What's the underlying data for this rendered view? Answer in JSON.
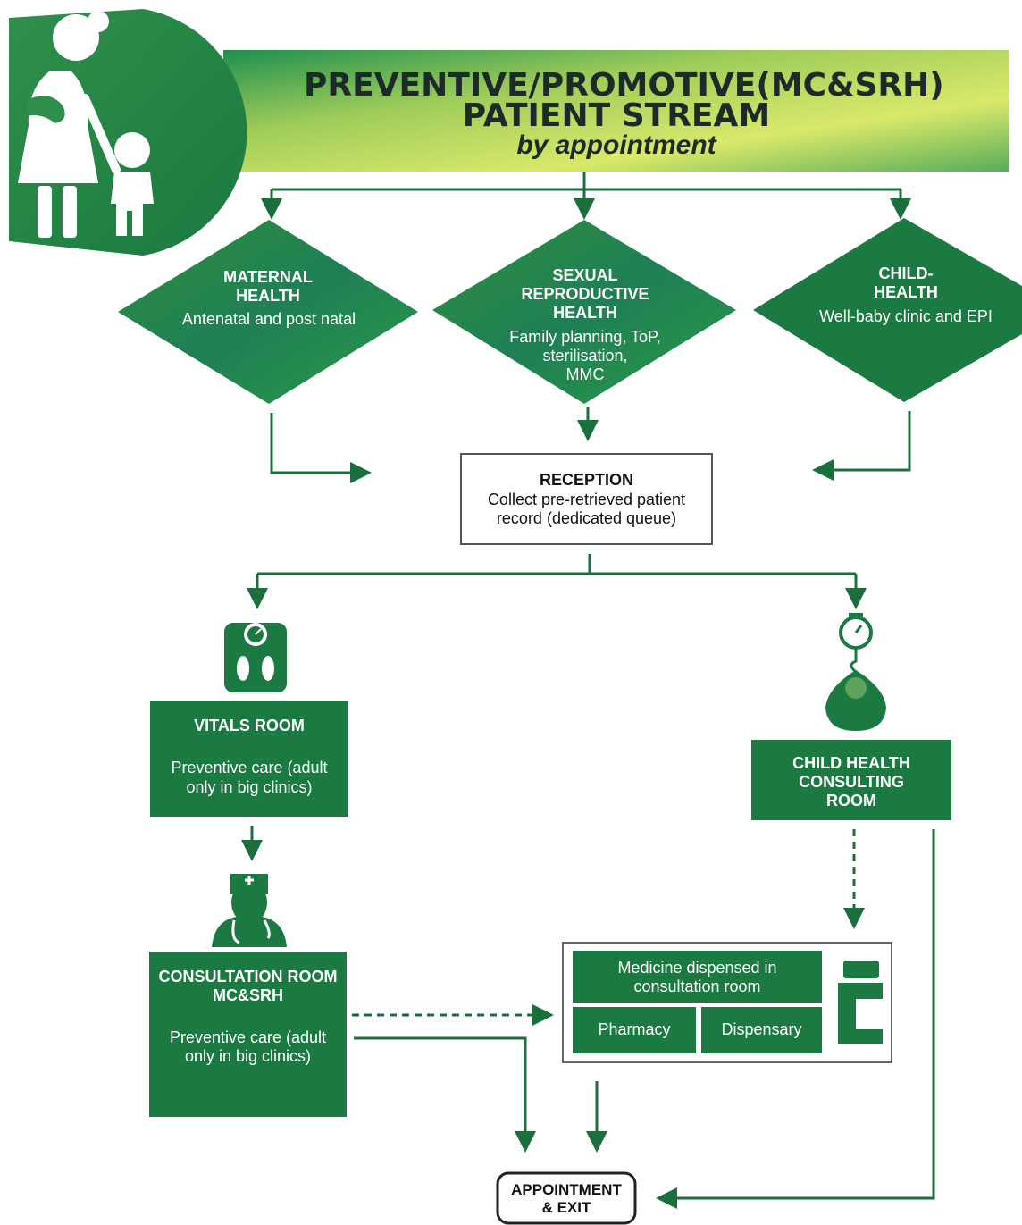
{
  "header": {
    "title_line1": "PREVENTIVE/PROMOTIVE(MC&SRH)",
    "title_line2": "PATIENT STREAM",
    "subtitle": "by appointment",
    "icon": "mother-child-icon"
  },
  "streams": [
    {
      "title": "MATERNAL\nHEALTH",
      "desc": "Antenatal and post natal"
    },
    {
      "title": "SEXUAL\nREPRODUCTIVE\nHEALTH",
      "desc": "Family planning, ToP,\nsterilisation,\nMMC"
    },
    {
      "title": "CHILD-\nHEALTH",
      "desc": "Well-baby clinic and EPI"
    }
  ],
  "reception": {
    "title": "RECEPTION",
    "desc": "Collect pre-retrieved patient\nrecord (dedicated queue)"
  },
  "vitals": {
    "title": "VITALS ROOM",
    "desc": "Preventive care (adult\nonly in big clinics)",
    "icon": "scale-icon"
  },
  "child_room": {
    "title": "CHILD HEALTH\nCONSULTING\nROOM",
    "icon": "baby-scale-icon"
  },
  "consultation": {
    "title": "CONSULTATION ROOM\nMC&SRH",
    "desc": "Preventive care (adult\nonly in big clinics)",
    "icon": "nurse-icon"
  },
  "medicine": {
    "top": "Medicine dispensed in\nconsultation room",
    "pharmacy": "Pharmacy",
    "dispensary": "Dispensary",
    "icon": "medicine-bottle-icon"
  },
  "exit": {
    "label": "APPOINTMENT\n& EXIT"
  },
  "colors": {
    "green": "#1a7a41",
    "light_green": "#7bbf4a"
  }
}
